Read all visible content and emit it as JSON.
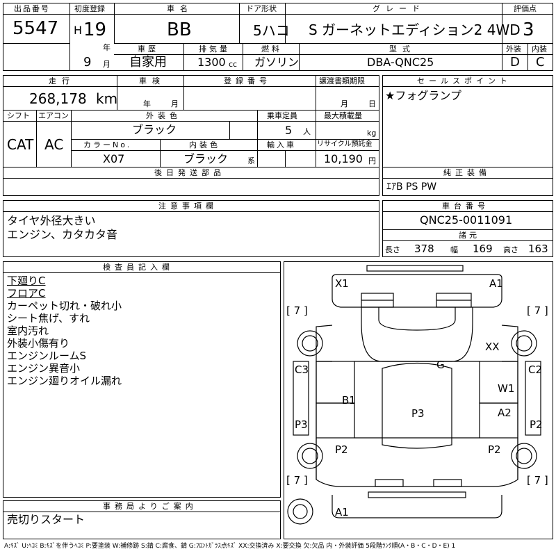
{
  "header": {
    "labels": {
      "lot_no": "出品番号",
      "first_reg": "初度登録",
      "car_name": "車名",
      "door_type": "ドア形状",
      "grade": "グレード",
      "score": "評価点",
      "history": "車歴",
      "displacement": "排気量",
      "fuel": "燃料",
      "model_code": "型式",
      "exterior": "外装",
      "interior": "内装"
    },
    "lot_no": "5547",
    "era": "H",
    "year": "19",
    "year_unit": "年",
    "month": "9",
    "month_unit": "月",
    "car_name": "BB",
    "door_type": "5ハコ",
    "grade": "S ガーネットエディション2 4WD",
    "score": "3",
    "history": "自家用",
    "displacement": "1300",
    "displacement_unit": "cc",
    "fuel": "ガソリン",
    "model_code": "DBA-QNC25",
    "exterior_grade": "D",
    "interior_grade": "C"
  },
  "specs": {
    "labels": {
      "mileage": "走行",
      "inspection": "車検",
      "reg_no": "登録番号",
      "transfer_deadline": "譲渡書類期限",
      "shift": "シフト",
      "aircon": "エアコン",
      "ext_color": "外装色",
      "capacity": "乗車定員",
      "max_load": "最大積載量",
      "color_no": "カラーNo.",
      "int_color": "内装色",
      "import": "輸入車",
      "recycle": "リサイクル預託金",
      "later_parts": "後日発送部品",
      "sales_point": "セールスポイント",
      "equipment": "純正装備"
    },
    "mileage": "268,178",
    "mileage_unit": "km",
    "inspection_year_unit": "年",
    "inspection_month_unit": "月",
    "transfer_month_unit": "月",
    "transfer_day_unit": "日",
    "shift": "CAT",
    "aircon": "AC",
    "ext_color": "ブラック",
    "capacity": "5",
    "capacity_unit": "人",
    "max_load_unit": "kg",
    "color_no": "X07",
    "int_color": "ブラック",
    "int_color_unit": "系",
    "recycle": "10,190",
    "recycle_unit": "円",
    "sales_point": "★フォグランプ",
    "equipment": "ｴｱB PS PW"
  },
  "notes": {
    "label": "注意事項欄",
    "lines": [
      "タイヤ外径大きい",
      "エンジン、カタカタ音"
    ]
  },
  "chassis": {
    "label": "車台番号",
    "number": "QNC25-0011091",
    "dims_label": "諸元",
    "length_label": "長さ",
    "length": "378",
    "width_label": "幅",
    "width": "169",
    "height_label": "高さ",
    "height": "163"
  },
  "inspector": {
    "label": "検査員記入欄",
    "lines": [
      "下廻りC",
      "フロアC",
      "カーペット切れ・破れ小",
      "シート焦げ、すれ",
      "室内汚れ",
      "外装小傷有り",
      "エンジンルームS",
      "エンジン異音小",
      "エンジン廻りオイル漏れ"
    ]
  },
  "office": {
    "label": "事務局よりご案内",
    "text": "売切りスタート"
  },
  "diagram": {
    "marks": {
      "x1": "X1",
      "a1_front": "A1",
      "xx": "XX",
      "c3": "C3",
      "c2": "C2",
      "g": "G",
      "w1": "W1",
      "b1": "B1",
      "p3_center": "P3",
      "a2": "A2",
      "p3_left": "P3",
      "p2_right_side": "P2",
      "p2_left": "P2",
      "p2_right": "P2",
      "a1_rear": "A1"
    },
    "tire_tl": "[ 7 ]",
    "tire_tr": "[ 7 ]",
    "tire_bl": "[ 7 ]",
    "tire_br": "[ 7 ]"
  },
  "legend": "A:ｷｽﾞ U:ﾍｺﾐ B:ｷｽﾞを伴うﾍｺﾐ P:要塗装 W:補修跡 S:錆 C:腐食、錆 G:ﾌﾛﾝﾄｶﾞﾗｽ点ｷｽﾞ XX:交換済み X:要交換 欠:欠品 内・外装評価 5段階ﾗﾝｸ順(A・B・C・D・E) 1"
}
